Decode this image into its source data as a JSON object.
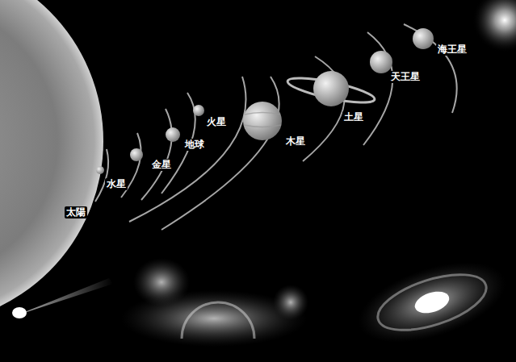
{
  "diagram": {
    "labels": [
      "太陽",
      "水星",
      "金星",
      "地球",
      "火星",
      "木星",
      "土星",
      "天王星",
      "海王星"
    ]
  }
}
